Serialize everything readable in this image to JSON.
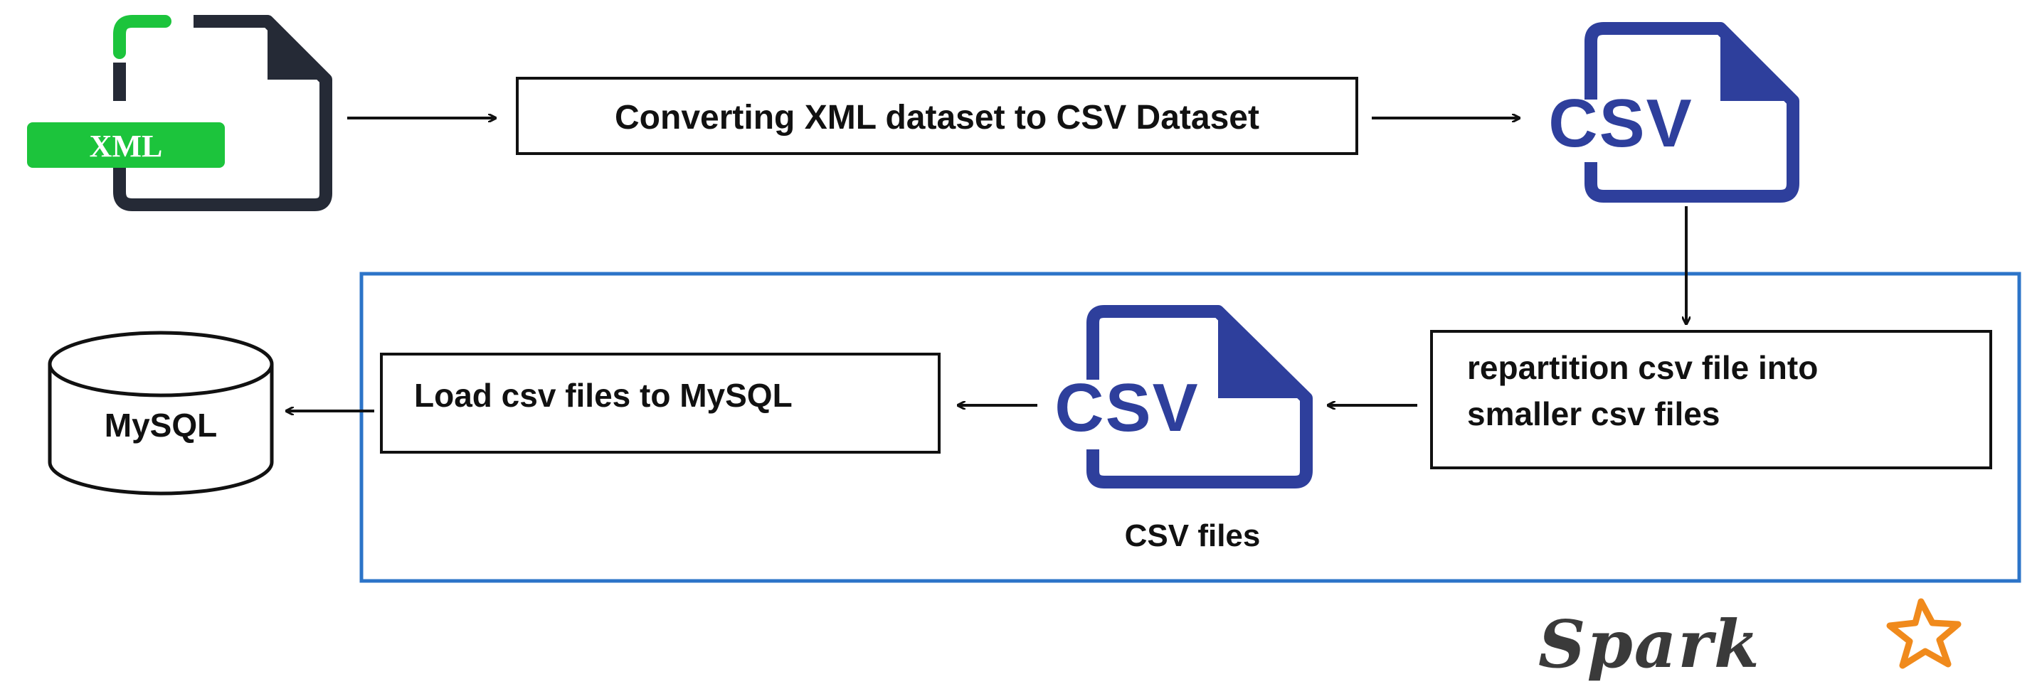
{
  "input_icon": {
    "label": "XML"
  },
  "step1": {
    "label": "Converting XML dataset to CSV Dataset"
  },
  "csv_icon_top": {
    "label": "CSV"
  },
  "step2": {
    "lines": [
      "repartition csv file into",
      "smaller csv files"
    ]
  },
  "csv_icon_mid": {
    "label": "CSV",
    "caption": "CSV files"
  },
  "step3": {
    "label": "Load csv files to MySQL"
  },
  "database": {
    "label": "MySQL"
  },
  "logo": {
    "label": "Spark"
  },
  "colors": {
    "xml_green": "#1cc43c",
    "dark_outline": "#252a36",
    "csv_blue": "#2e3f9c",
    "frame_blue": "#2c74c8",
    "spark_orange": "#f08a1c"
  }
}
